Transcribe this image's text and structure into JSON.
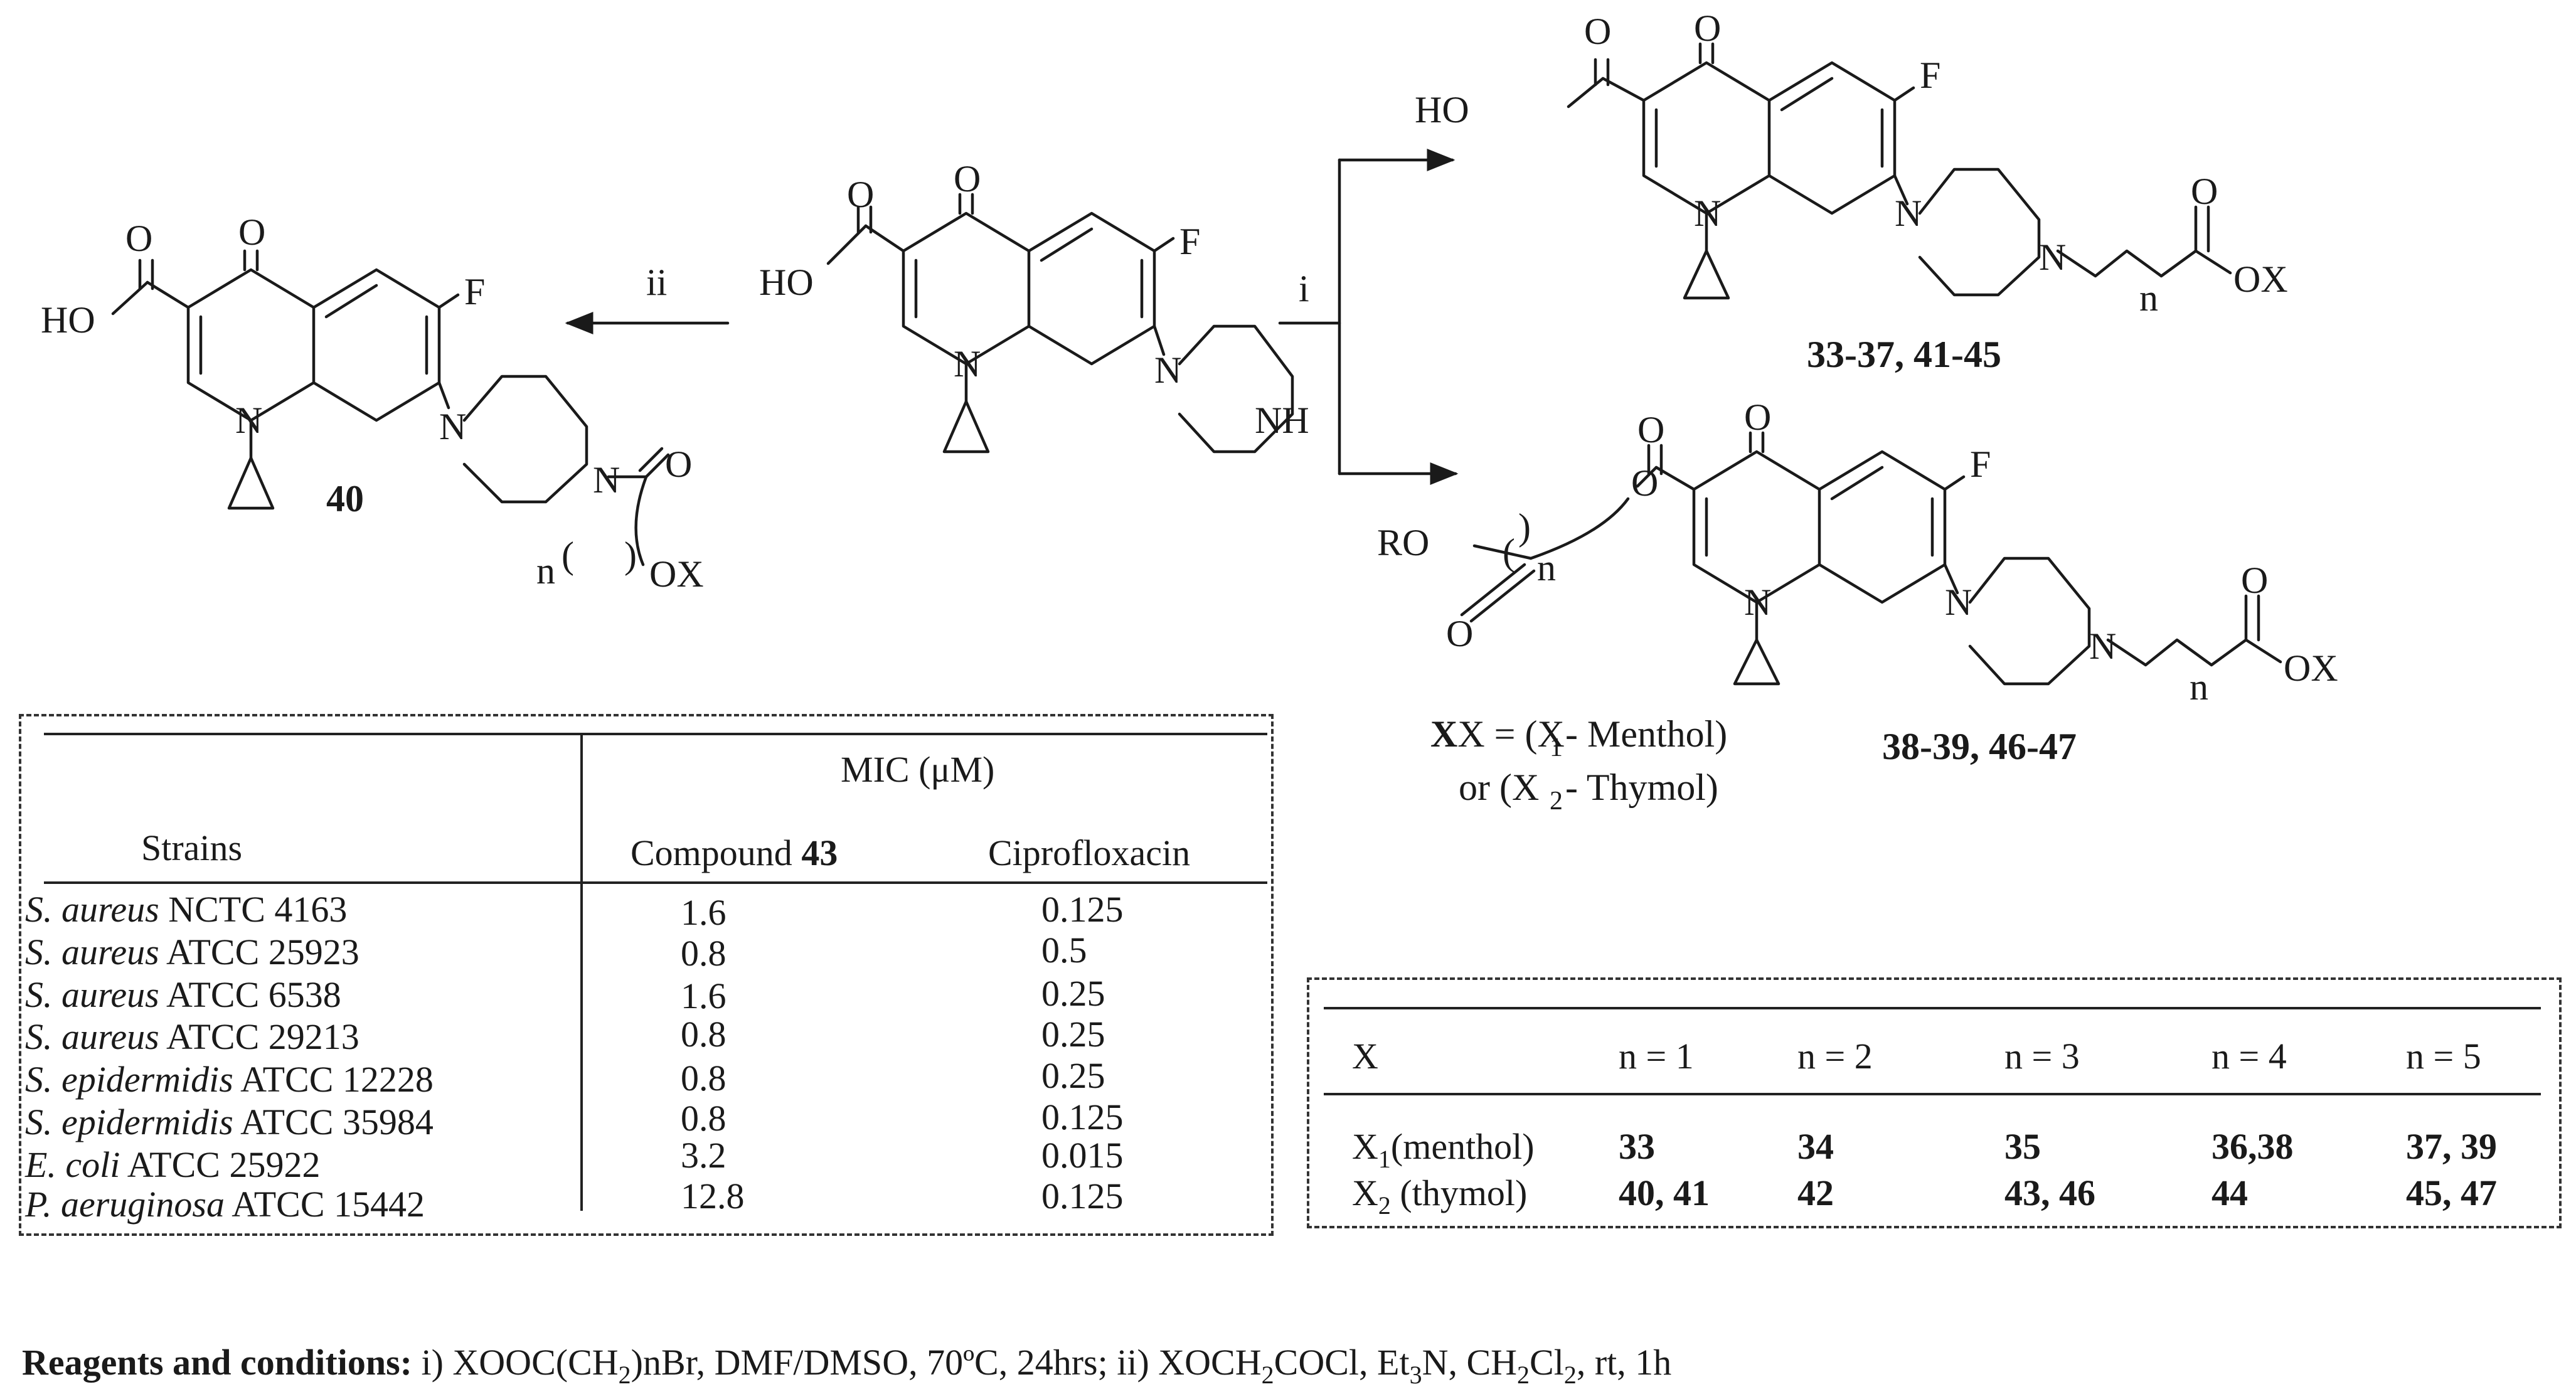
{
  "scheme": {
    "step_i": "i",
    "step_ii": "ii",
    "compound_40": "40",
    "products_top": "33-37, 41-45",
    "products_bottom": "38-39, 46-47",
    "x_def_line1_pre": "X = (X",
    "x_def_line1_sub": "1",
    "x_def_line1_post": " - Menthol)",
    "x_def_line2_pre": "or (X",
    "x_def_line2_sub": "2",
    "x_def_line2_post": " - Thymol)",
    "labels": {
      "ho": "HO",
      "o": "O",
      "f": "F",
      "n": "N",
      "nh": "NH",
      "ox": "OX",
      "ro": "RO",
      "n_sub": "n"
    }
  },
  "mic_table": {
    "header_group": "MIC (μM)",
    "col_strains": "Strains",
    "col_compound_prefix": "Compound ",
    "col_compound_bold": "43",
    "col_cipro": "Ciprofloxacin",
    "rows": [
      {
        "species": "S. aureus",
        "strain": " NCTC 4163",
        "compound": "1.6",
        "cipro": "0.125"
      },
      {
        "species": "S. aureus",
        "strain": " ATCC 25923",
        "compound": "0.8",
        "cipro": "0.5"
      },
      {
        "species": "S. aureus",
        "strain": " ATCC 6538",
        "compound": "1.6",
        "cipro": "0.25"
      },
      {
        "species": "S. aureus",
        "strain": " ATCC 29213",
        "compound": "0.8",
        "cipro": "0.25"
      },
      {
        "species": "S. epidermidis",
        "strain": " ATCC 12228",
        "compound": "0.8",
        "cipro": "0.25"
      },
      {
        "species": "S. epidermidis",
        "strain": " ATCC 35984",
        "compound": "0.8",
        "cipro": "0.125"
      },
      {
        "species": "E. coli",
        "strain": " ATCC 25922",
        "compound": "3.2",
        "cipro": "0.015"
      },
      {
        "species": "P. aeruginosa",
        "strain": " ATCC 15442",
        "compound": "12.8",
        "cipro": "0.125"
      }
    ]
  },
  "series_table": {
    "col_x": "X",
    "cols": [
      "n = 1",
      "n = 2",
      "n = 3",
      "n = 4",
      "n = 5"
    ],
    "rows": [
      {
        "x_pre": "X",
        "x_sub": "1",
        "x_post": "(menthol)",
        "vals": [
          "33",
          "34",
          "35",
          "36,38",
          "37, 39"
        ]
      },
      {
        "x_pre": "X",
        "x_sub": "2",
        "x_post": " (thymol)",
        "vals": [
          "40, 41",
          "42",
          "43, 46",
          "44",
          "45, 47"
        ]
      }
    ]
  },
  "footer": {
    "bold": "Reagents and conditions:",
    "p1": " i) XOOC(CH",
    "s1": "2",
    "p2": ")nBr, DMF/DMSO, 70ºC, 24hrs; ii) XOCH",
    "s2": "2",
    "p3": "COCl, Et",
    "s3": "3",
    "p4": "N, CH",
    "s4": "2",
    "p5": "Cl",
    "s5": "2",
    "p6": ", rt, 1h"
  }
}
